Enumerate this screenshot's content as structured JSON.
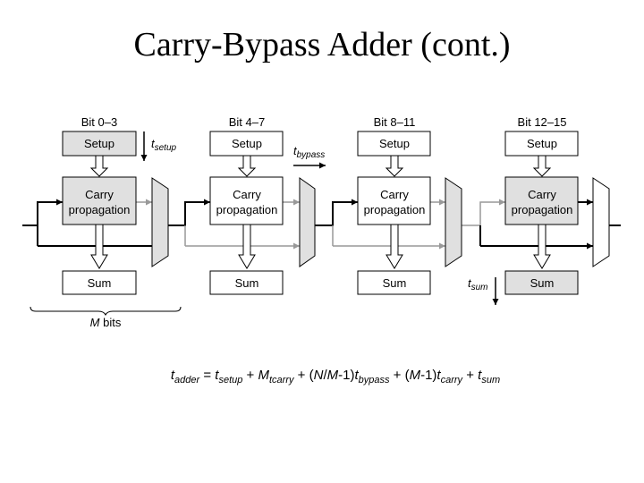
{
  "title": "Carry-Bypass Adder (cont.)",
  "stages": [
    {
      "bits": "Bit 0–3",
      "setup": "Setup",
      "carry_line1": "Carry",
      "carry_line2": "propagation",
      "sum": "Sum"
    },
    {
      "bits": "Bit 4–7",
      "setup": "Setup",
      "carry_line1": "Carry",
      "carry_line2": "propagation",
      "sum": "Sum"
    },
    {
      "bits": "Bit 8–11",
      "setup": "Setup",
      "carry_line1": "Carry",
      "carry_line2": "propagation",
      "sum": "Sum"
    },
    {
      "bits": "Bit 12–15",
      "setup": "Setup",
      "carry_line1": "Carry",
      "carry_line2": "propagation",
      "sum": "Sum"
    }
  ],
  "labels": {
    "t_setup_main": "t",
    "t_setup_sub": "setup",
    "t_bypass_main": "t",
    "t_bypass_sub": "bypass",
    "t_sum_main": "t",
    "t_sum_sub": "sum",
    "m_bits_var": "M",
    "m_bits_text": " bits"
  },
  "formula": {
    "t1": "t",
    "s1": "adder",
    "eq": " = ",
    "t2": "t",
    "s2": "setup",
    "p1": " + ",
    "m": "M",
    "s3": "tcarry",
    "p2": " + (",
    "n": "N",
    "slash": "/",
    "m2": "M",
    "minus1": "-1)",
    "t3": "t",
    "s4": "bypass",
    "p3": " + (",
    "m3": "M",
    "minus2": "-1)",
    "t4": "t",
    "s5": "carry",
    "p4": " + ",
    "t5": "t",
    "s6": "sum"
  },
  "colors": {
    "highlight_fill": "#e0e0e0",
    "gray_wire": "#999999",
    "black": "#000000"
  }
}
